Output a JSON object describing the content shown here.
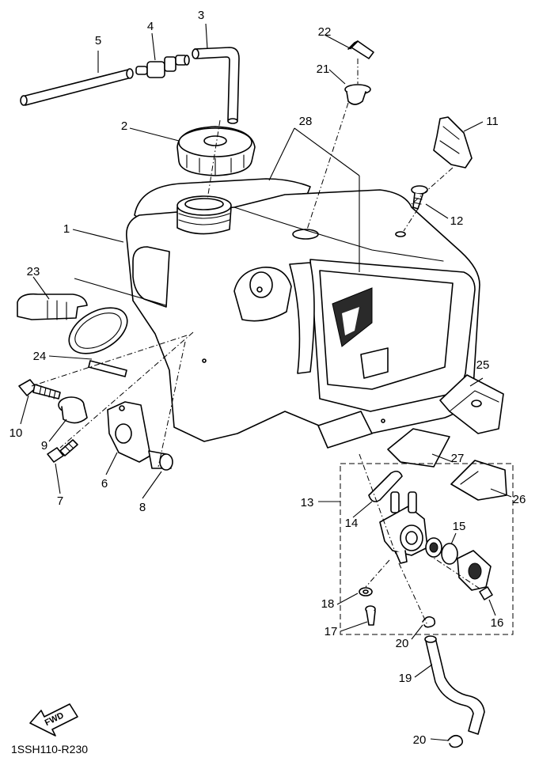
{
  "diagram": {
    "drawing_code": "1SSH110-R230",
    "direction_label": "FWD",
    "callouts": [
      "1",
      "2",
      "3",
      "4",
      "5",
      "6",
      "7",
      "8",
      "9",
      "10",
      "11",
      "12",
      "13",
      "14",
      "15",
      "16",
      "17",
      "18",
      "19",
      "20",
      "20",
      "21",
      "22",
      "23",
      "24",
      "25",
      "26",
      "27",
      "28"
    ]
  }
}
